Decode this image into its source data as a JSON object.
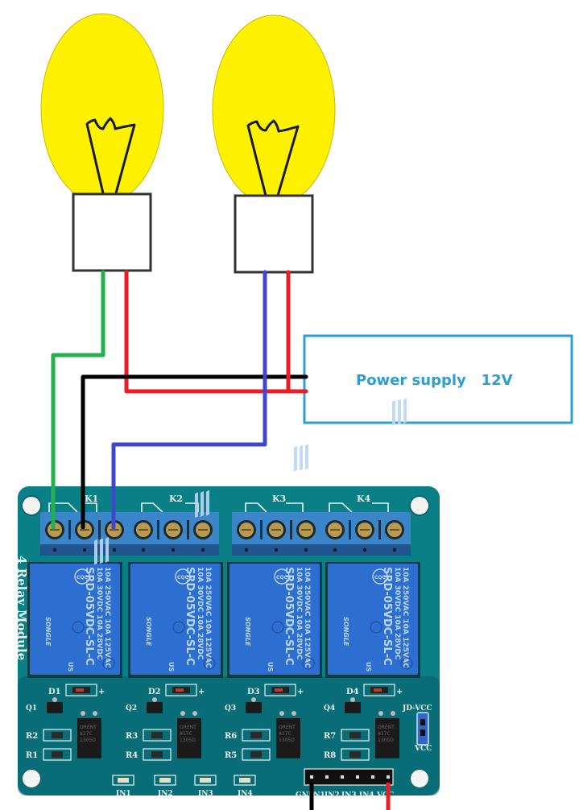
{
  "diagram": {
    "title": "4 Relay Module wiring with two lamps",
    "colors": {
      "bulb": "#fff200",
      "wire_green": "#22b14c",
      "wire_red": "#ed1c24",
      "wire_black": "#000000",
      "wire_blue": "#3f48cc",
      "power_supply_border": "#2b9fd3",
      "pcb": "#0b7f86",
      "relay": "#2d6fd1",
      "terminal": "#3a86c8"
    },
    "lamps": [
      {
        "id": "lamp-1",
        "label": "",
        "wires": [
          "green",
          "red"
        ]
      },
      {
        "id": "lamp-2",
        "label": "",
        "wires": [
          "blue",
          "red"
        ]
      }
    ],
    "power_supply": {
      "label": "Power supply   12V"
    },
    "module": {
      "name": "4 Relay Module",
      "relay_labels": [
        "K1",
        "K2",
        "K3",
        "K4"
      ],
      "relay_text": {
        "line1": "10A 250VAC  10A 125VAC",
        "line2": "10A 30VDC  10A 28VDC",
        "model": "SRD-05VDC-SL-C",
        "brand": "SONGLE",
        "cert1": "CQC",
        "cert2": "c",
        "cert3": "US"
      },
      "diodes": [
        "D1",
        "D2",
        "D3",
        "D4"
      ],
      "transistors": [
        "Q1",
        "Q2",
        "Q3",
        "Q4"
      ],
      "resistors": [
        "R2",
        "R1",
        "R3",
        "R4",
        "R6",
        "R5",
        "R7",
        "R8"
      ],
      "optocoupler_text": [
        "ORENT",
        "817C",
        "1305D"
      ],
      "leds": [
        "IN1",
        "IN2",
        "IN3",
        "IN4"
      ],
      "header_pins": [
        "GND",
        "IN1",
        "IN2",
        "IN3",
        "IN4",
        "VCC"
      ],
      "jumper_labels": {
        "top": "JD-VCC",
        "bottom": "VCC"
      },
      "diode_plus": "+"
    }
  }
}
